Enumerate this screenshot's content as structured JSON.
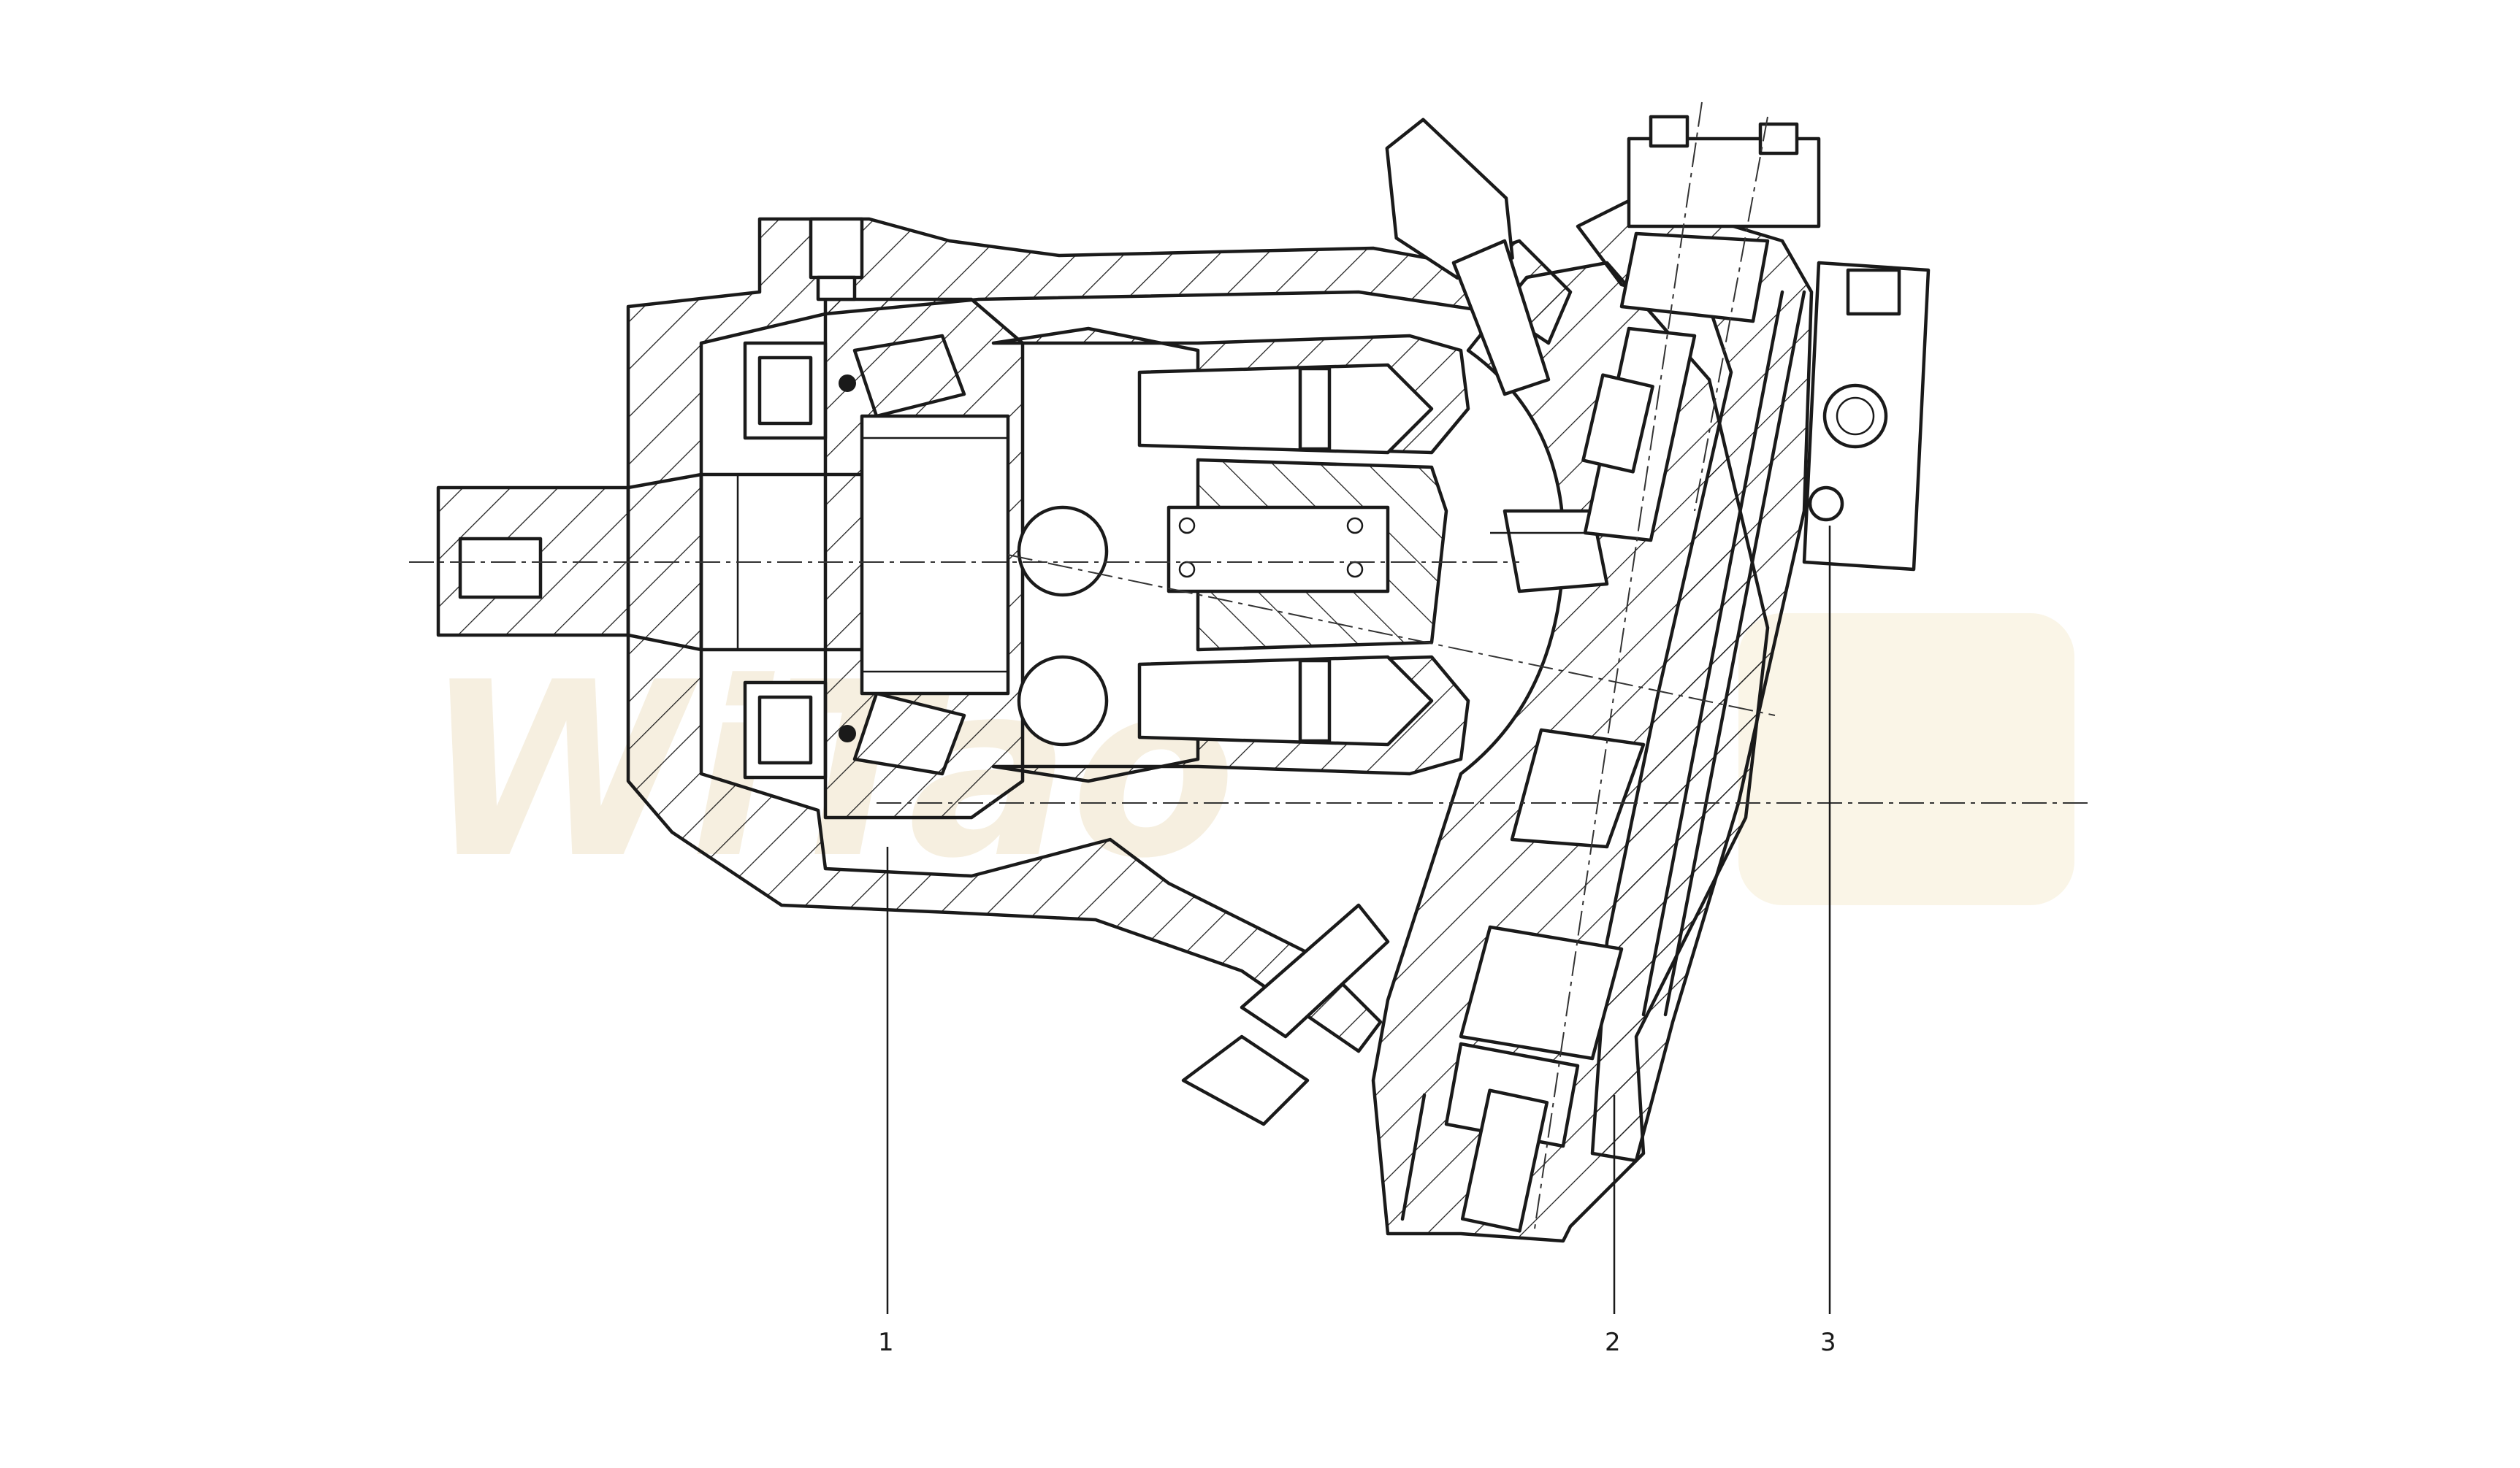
{
  "diagram": {
    "callouts": [
      {
        "id": "1",
        "label": "1"
      },
      {
        "id": "2",
        "label": "2"
      },
      {
        "id": "3",
        "label": "3"
      }
    ],
    "watermark": {
      "text": "WiTao"
    },
    "colors": {
      "ink": "#1a1a1a",
      "watermark": "#f2ead6",
      "background": "#ffffff"
    }
  }
}
